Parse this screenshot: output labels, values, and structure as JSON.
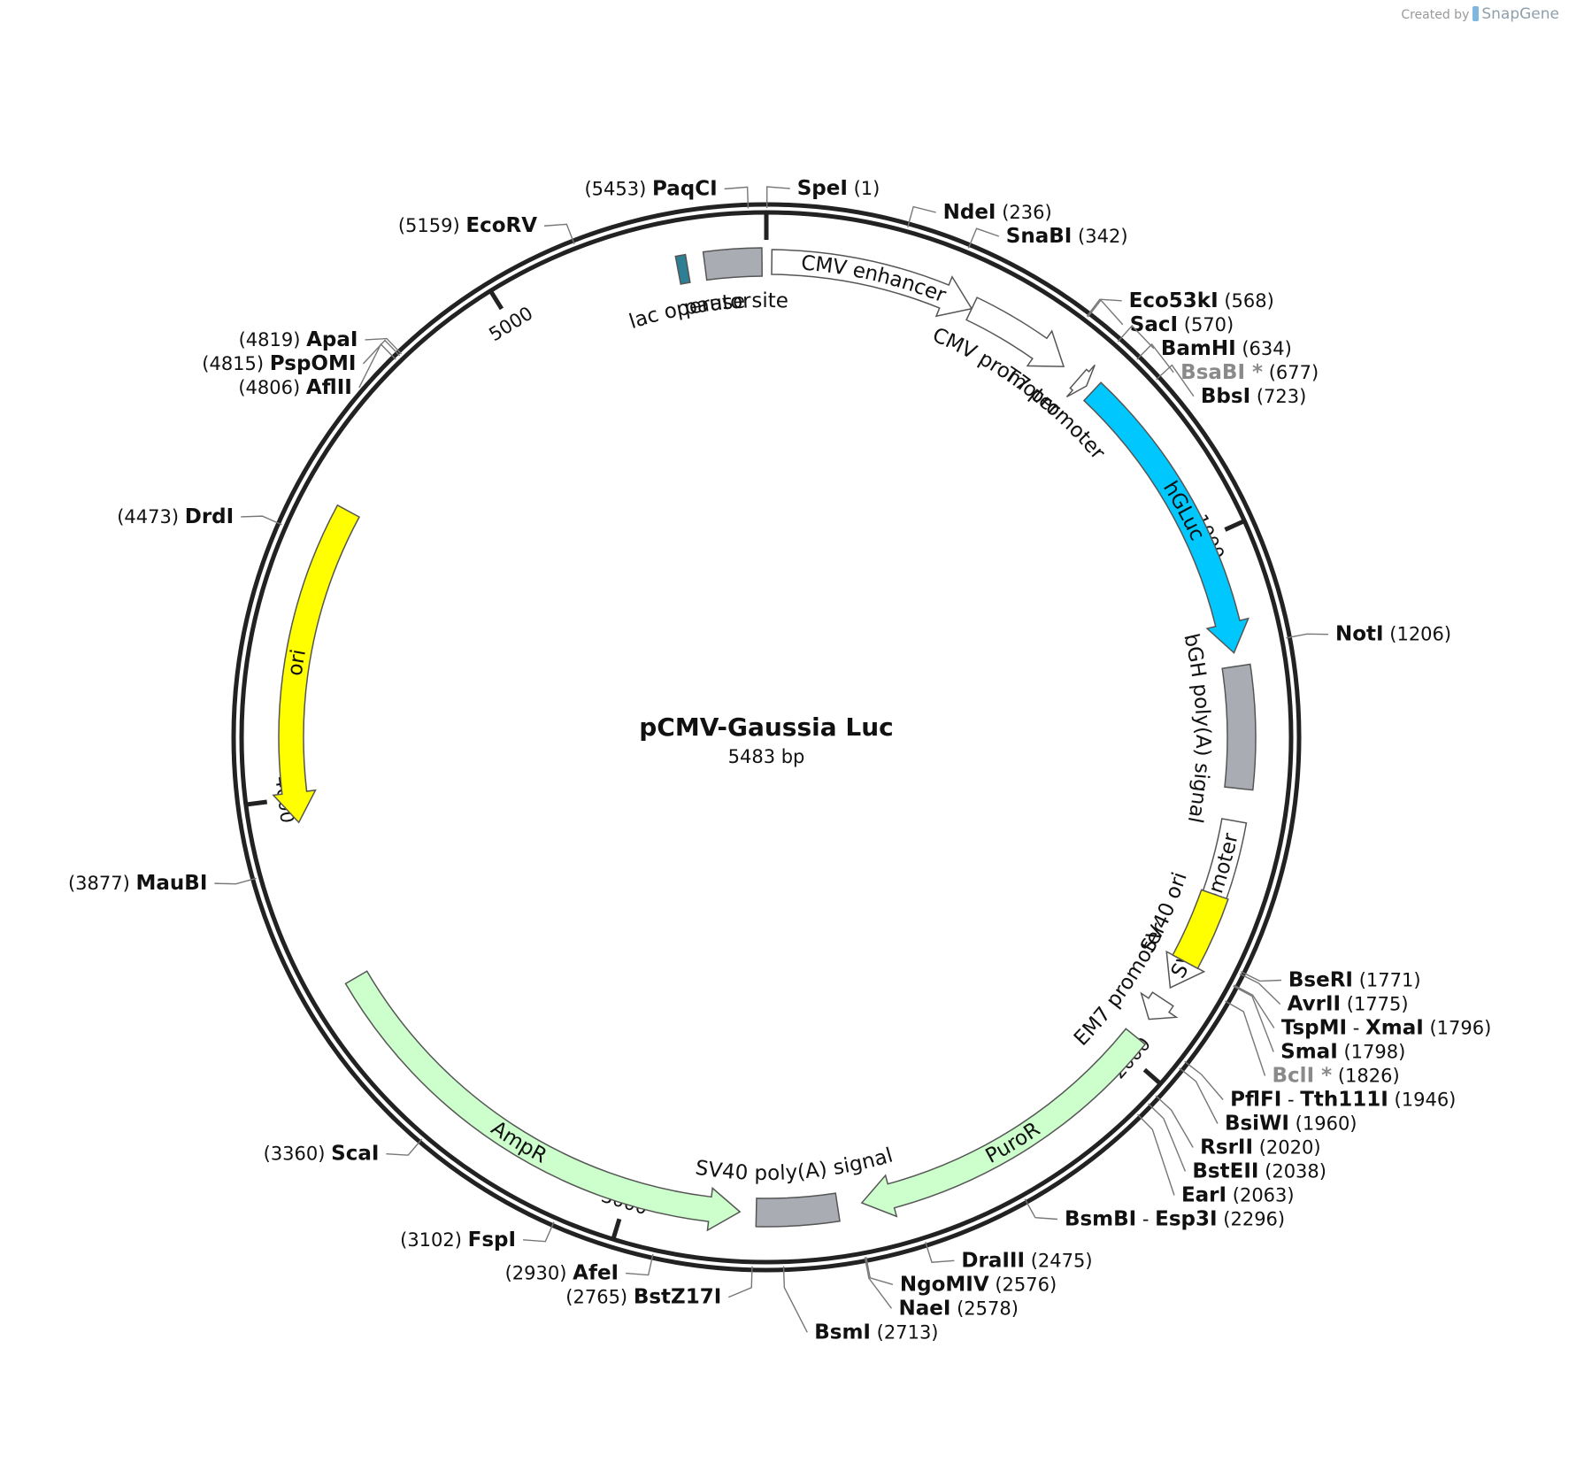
{
  "plasmid": {
    "name": "pCMV-Gaussia Luc",
    "length_label": "5483 bp",
    "length_bp": 5483
  },
  "credit": {
    "prefix": "Created by",
    "brand": "SnapGene"
  },
  "ticks": [
    {
      "bp": 1000,
      "label": "1000"
    },
    {
      "bp": 2000,
      "label": "2000"
    },
    {
      "bp": 3000,
      "label": "3000"
    },
    {
      "bp": 4000,
      "label": "4000"
    },
    {
      "bp": 5000,
      "label": "5000"
    }
  ],
  "sites": [
    {
      "names": [
        "SpeI"
      ],
      "pos": "(1)",
      "bp": 1,
      "gray": false
    },
    {
      "names": [
        "NdeI"
      ],
      "pos": "(236)",
      "bp": 236,
      "gray": false
    },
    {
      "names": [
        "SnaBI"
      ],
      "pos": "(342)",
      "bp": 342,
      "gray": false
    },
    {
      "names": [
        "Eco53kI"
      ],
      "pos": "(568)",
      "bp": 568,
      "gray": false
    },
    {
      "names": [
        "SacI"
      ],
      "pos": "(570)",
      "bp": 570,
      "gray": false
    },
    {
      "names": [
        "BamHI"
      ],
      "pos": "(634)",
      "bp": 634,
      "gray": false
    },
    {
      "names": [
        "BsaBI *"
      ],
      "pos": "(677)",
      "bp": 677,
      "gray": true
    },
    {
      "names": [
        "BbsI"
      ],
      "pos": "(723)",
      "bp": 723,
      "gray": false
    },
    {
      "names": [
        "NotI"
      ],
      "pos": "(1206)",
      "bp": 1206,
      "gray": false
    },
    {
      "names": [
        "BseRI"
      ],
      "pos": "(1771)",
      "bp": 1771,
      "gray": false
    },
    {
      "names": [
        "AvrII"
      ],
      "pos": "(1775)",
      "bp": 1775,
      "gray": false
    },
    {
      "names": [
        "TspMI",
        "XmaI"
      ],
      "pos": "(1796)",
      "bp": 1796,
      "gray": false
    },
    {
      "names": [
        "SmaI"
      ],
      "pos": "(1798)",
      "bp": 1798,
      "gray": false
    },
    {
      "names": [
        "BclI *"
      ],
      "pos": "(1826)",
      "bp": 1826,
      "gray": true
    },
    {
      "names": [
        "PflFI",
        "Tth111I"
      ],
      "pos": "(1946)",
      "bp": 1946,
      "gray": false
    },
    {
      "names": [
        "BsiWI"
      ],
      "pos": "(1960)",
      "bp": 1960,
      "gray": false
    },
    {
      "names": [
        "RsrII"
      ],
      "pos": "(2020)",
      "bp": 2020,
      "gray": false
    },
    {
      "names": [
        "BstEII"
      ],
      "pos": "(2038)",
      "bp": 2038,
      "gray": false
    },
    {
      "names": [
        "EarI"
      ],
      "pos": "(2063)",
      "bp": 2063,
      "gray": false
    },
    {
      "names": [
        "BsmBI",
        "Esp3I"
      ],
      "pos": "(2296)",
      "bp": 2296,
      "gray": false
    },
    {
      "names": [
        "DraIII"
      ],
      "pos": "(2475)",
      "bp": 2475,
      "gray": false
    },
    {
      "names": [
        "NgoMIV"
      ],
      "pos": "(2576)",
      "bp": 2576,
      "gray": false
    },
    {
      "names": [
        "NaeI"
      ],
      "pos": "(2578)",
      "bp": 2578,
      "gray": false
    },
    {
      "names": [
        "BsmI"
      ],
      "pos": "(2713)",
      "bp": 2713,
      "gray": false
    },
    {
      "names": [
        "BstZ17I"
      ],
      "pos": "(2765)",
      "bp": 2765,
      "gray": false
    },
    {
      "names": [
        "AfeI"
      ],
      "pos": "(2930)",
      "bp": 2930,
      "gray": false
    },
    {
      "names": [
        "FspI"
      ],
      "pos": "(3102)",
      "bp": 3102,
      "gray": false
    },
    {
      "names": [
        "ScaI"
      ],
      "pos": "(3360)",
      "bp": 3360,
      "gray": false
    },
    {
      "names": [
        "MauBI"
      ],
      "pos": "(3877)",
      "bp": 3877,
      "gray": false
    },
    {
      "names": [
        "DrdI"
      ],
      "pos": "(4473)",
      "bp": 4473,
      "gray": false
    },
    {
      "names": [
        "AflII"
      ],
      "pos": "(4806)",
      "bp": 4806,
      "gray": false
    },
    {
      "names": [
        "PspOMI"
      ],
      "pos": "(4815)",
      "bp": 4815,
      "gray": false
    },
    {
      "names": [
        "ApaI"
      ],
      "pos": "(4819)",
      "bp": 4819,
      "gray": false
    },
    {
      "names": [
        "EcoRV"
      ],
      "pos": "(5159)",
      "bp": 5159,
      "gray": false
    },
    {
      "names": [
        "PaqCI"
      ],
      "pos": "(5453)",
      "bp": 5453,
      "gray": false
    }
  ],
  "features": [
    {
      "name": "CMV enhancer",
      "kind": "arrow",
      "start": 10,
      "end": 390,
      "dir": 1,
      "fill": "#ffffff"
    },
    {
      "name": "CMV promoter",
      "kind": "arrow",
      "start": 390,
      "end": 590,
      "dir": 1,
      "fill": "#ffffff"
    },
    {
      "name": "T7 promoter",
      "kind": "arrow",
      "start": 625,
      "end": 645,
      "dir": 1,
      "fill": "#ffffff"
    },
    {
      "name": "hGLuc",
      "kind": "arrow",
      "start": 660,
      "end": 1215,
      "dir": 1,
      "fill": "#00c8ff"
    },
    {
      "name": "bGH poly(A) signal",
      "kind": "box",
      "start": 1240,
      "end": 1465,
      "fill": "#a9adb3"
    },
    {
      "name": "SV40 promoter",
      "kind": "arrow",
      "start": 1525,
      "end": 1855,
      "dir": 1,
      "fill": "#ffffff"
    },
    {
      "name": "SV40 ori",
      "kind": "box",
      "start": 1665,
      "end": 1800,
      "fill": "#ffff00"
    },
    {
      "name": "EM7 promoter",
      "kind": "arrow",
      "start": 1880,
      "end": 1925,
      "dir": 1,
      "fill": "#ffffff"
    },
    {
      "name": "PuroR",
      "kind": "arrow",
      "start": 1965,
      "end": 2565,
      "dir": 1,
      "fill": "#ccffcc"
    },
    {
      "name": "SV40 poly(A) signal",
      "kind": "box",
      "start": 2610,
      "end": 2760,
      "fill": "#a9adb3"
    },
    {
      "name": "AmpR",
      "kind": "arrow",
      "start": 2790,
      "end": 3650,
      "dir": -1,
      "fill": "#ccffcc"
    },
    {
      "name": "ori",
      "kind": "arrow",
      "start": 3955,
      "end": 4545,
      "dir": -1,
      "fill": "#ffff00"
    },
    {
      "name": "lac operator",
      "kind": "box",
      "start": 5320,
      "end": 5338,
      "fill": "#2e7f95"
    },
    {
      "name": "pause site",
      "kind": "box",
      "start": 5370,
      "end": 5475,
      "fill": "#a9adb3"
    }
  ]
}
